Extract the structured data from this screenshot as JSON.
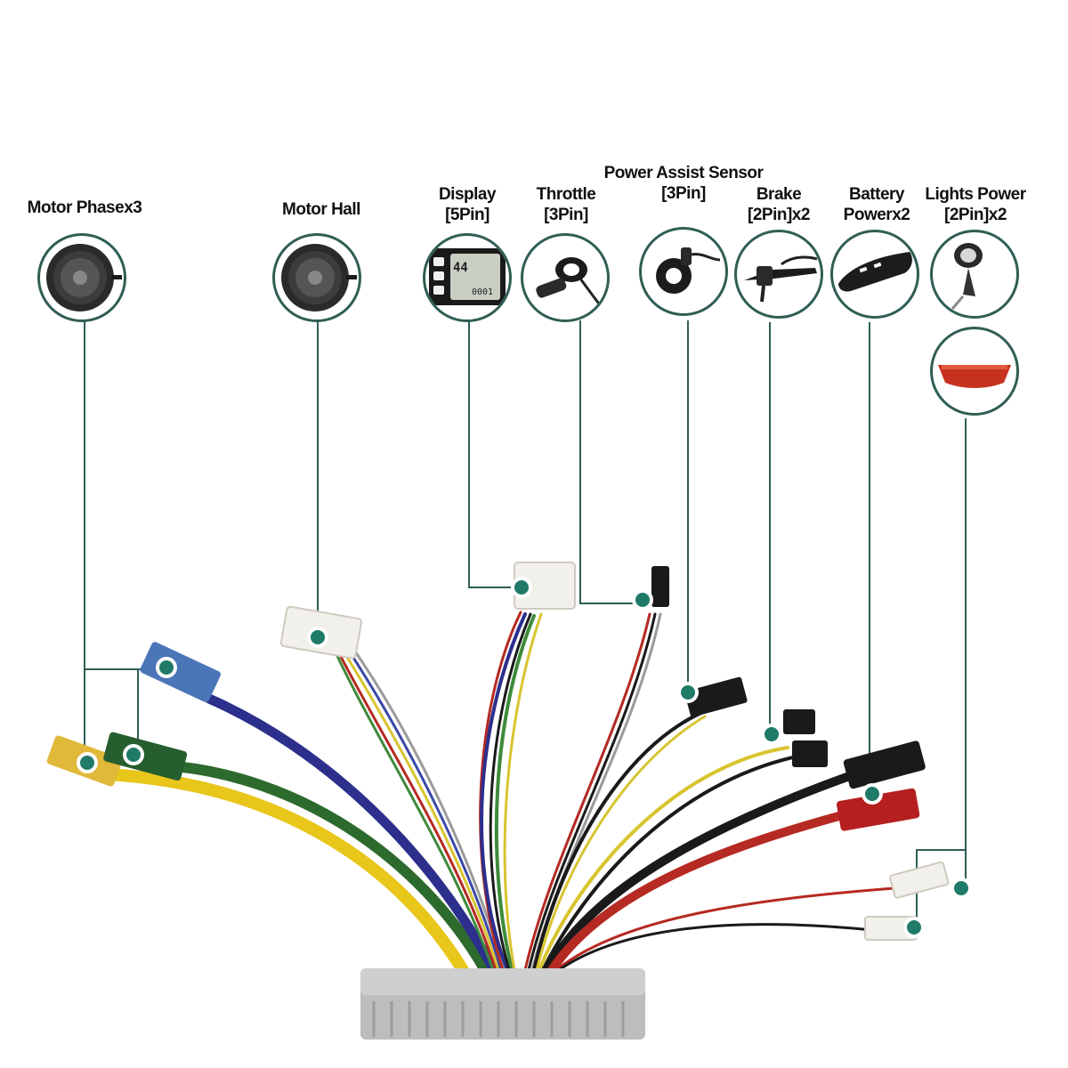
{
  "diagram": {
    "labels": {
      "motor_phase": {
        "line1": "Motor Phasex3",
        "line2": ""
      },
      "motor_hall": {
        "line1": "Motor Hall",
        "line2": ""
      },
      "display": {
        "line1": "Display",
        "line2": "[5Pin]"
      },
      "throttle": {
        "line1": "Throttle",
        "line2": "[3Pin]"
      },
      "pas": {
        "line1": "Power Assist Sensor",
        "line2": "[3Pin]"
      },
      "brake": {
        "line1": "Brake",
        "line2": "[2Pin]x2"
      },
      "battery": {
        "line1": "Battery",
        "line2": "Powerx2"
      },
      "lights": {
        "line1": "Lights Power",
        "line2": "[2Pin]x2"
      }
    },
    "display_screen": {
      "top": "44",
      "bottom": "0001"
    },
    "colors": {
      "line": "#2f5e55",
      "dot": "#1f7a68",
      "wire_yellow": "#e8c61a",
      "wire_green": "#2d6a2d",
      "wire_blue": "#2c2f8c",
      "wire_red": "#b52a22",
      "wire_black": "#1a1a1a",
      "wire_gray": "#9a9a9a",
      "connector_yellow": "#e0b93a",
      "connector_green": "#275e2f",
      "connector_blue": "#4a76b8",
      "connector_white": "#f2f0ea",
      "connector_red": "#b51f1f",
      "controller": "#b8b8b8"
    }
  }
}
